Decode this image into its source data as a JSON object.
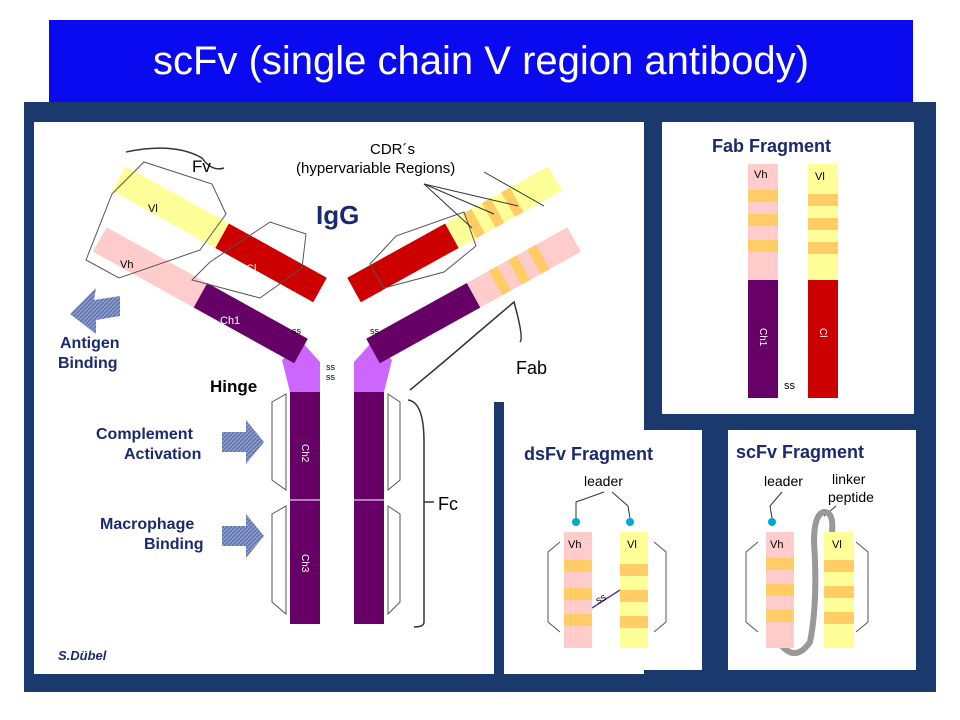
{
  "title": "scFv (single chain V region antibody)",
  "colors": {
    "frame": "#1a3a6e",
    "panel": "#ffffff",
    "title_bg": "#0a0af0",
    "variable_light": "#ffff99",
    "variable_heavy": "#ffcccc",
    "cdr": "#ffcc66",
    "constant_light": "#cc0000",
    "constant_heavy": "#660066",
    "hinge": "#cc66ff",
    "arrow": "#6677bb",
    "label": "#1a2a6e"
  },
  "igg": {
    "title": "IgG",
    "cdr_label_1": "CDR´s",
    "cdr_label_2": "(hypervariable Regions)",
    "fv": "Fv",
    "vl": "Vl",
    "vh": "Vh",
    "cl": "Cl",
    "ch1": "Ch1",
    "ch2": "Ch2",
    "ch3": "Ch3",
    "ss": "ss",
    "hinge": "Hinge",
    "fab": "Fab",
    "fc": "Fc",
    "antigen_1": "Antigen",
    "antigen_2": "Binding",
    "complement_1": "Complement",
    "complement_2": "Activation",
    "macrophage_1": "Macrophage",
    "macrophage_2": "Binding",
    "author": "S.Dübel"
  },
  "fab_fragment": {
    "title": "Fab Fragment",
    "vh": "Vh",
    "vl": "Vl",
    "ch1": "Ch1",
    "cl": "Cl",
    "ss": "ss"
  },
  "dsfv_fragment": {
    "title": "dsFv Fragment",
    "leader": "leader",
    "vh": "Vh",
    "vl": "Vl",
    "ss": "ss"
  },
  "scfv_fragment": {
    "title": "scFv Fragment",
    "leader": "leader",
    "linker_1": "linker",
    "linker_2": "peptide",
    "vh": "Vh",
    "vl": "Vl"
  }
}
